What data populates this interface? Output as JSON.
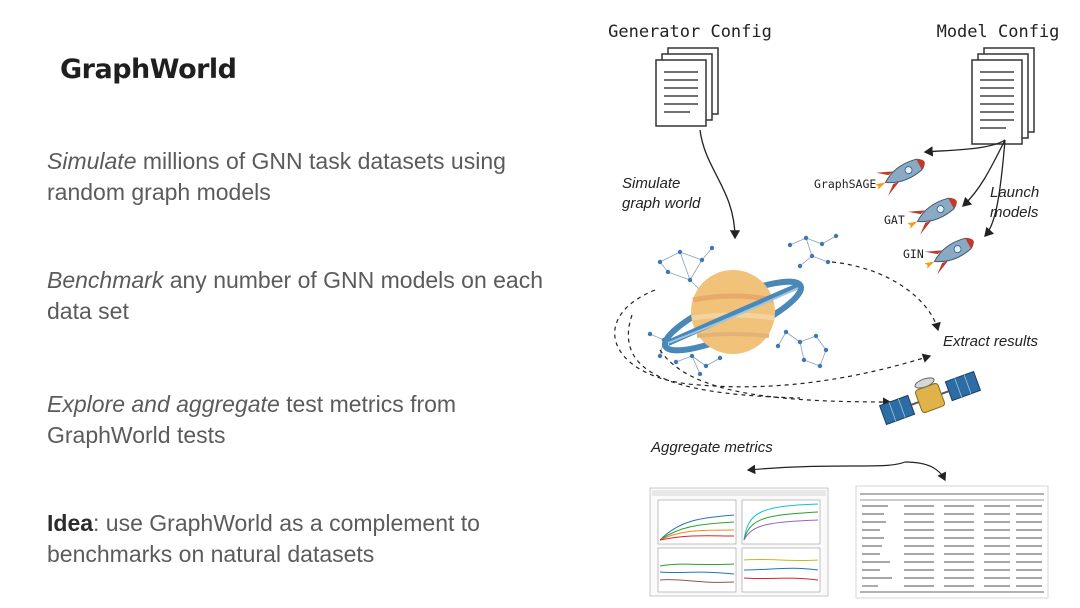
{
  "slide": {
    "title": "GraphWorld",
    "bullets": [
      {
        "emph": "Simulate",
        "rest": " millions of GNN task datasets using random graph models"
      },
      {
        "emph": "Benchmark",
        "rest": " any number of GNN models on each data set"
      },
      {
        "emph": "Explore and aggregate",
        "rest": " test metrics from GraphWorld tests"
      },
      {
        "strong": "Idea",
        "rest": ": use GraphWorld as a complement to benchmarks on natural datasets"
      }
    ]
  },
  "diagram": {
    "generator_config": "Generator Config",
    "model_config": "Model Config",
    "simulate": [
      "Simulate",
      "graph world"
    ],
    "launch": [
      "Launch",
      "models"
    ],
    "models": [
      "GraphSAGE",
      "GAT",
      "GIN"
    ],
    "extract_results": "Extract results",
    "aggregate_metrics": "Aggregate metrics"
  },
  "colors": {
    "title": "#1f1f1f",
    "text": "#5b5b5b",
    "rocket_body": "#5a7d9a",
    "rocket_fin": "#c0392b",
    "planet": "#f0c27a",
    "ring": "#4a88b8",
    "satellite_panel": "#2e6da4",
    "graph_node": "#3c78b4"
  },
  "icons": [
    "document-stack-icon",
    "rocket-icon",
    "planet-icon",
    "satellite-icon",
    "graph-network-icon",
    "chart-grid-icon",
    "results-table-icon"
  ]
}
